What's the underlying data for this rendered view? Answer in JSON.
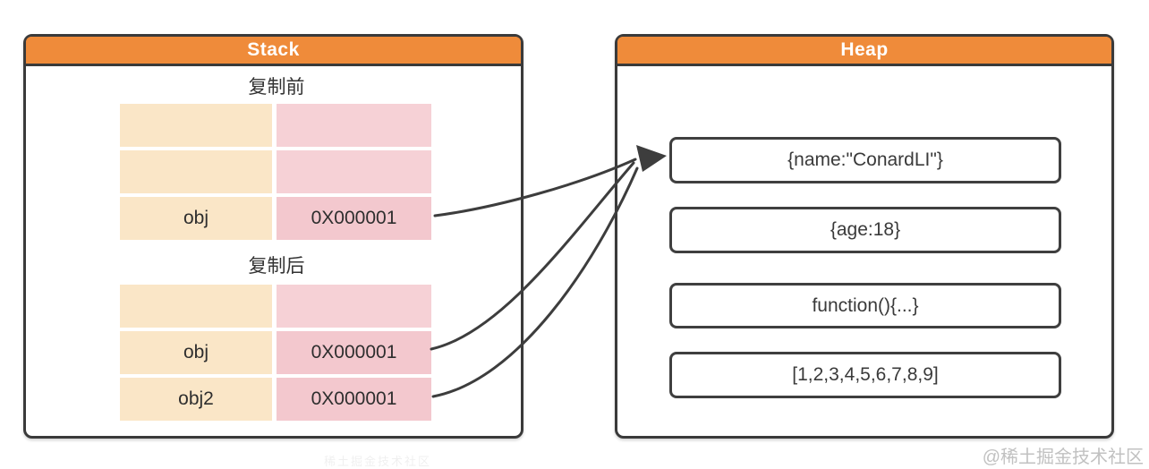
{
  "diagram": {
    "stack": {
      "title": "Stack",
      "sections": [
        {
          "label": "复制前",
          "rows": [
            {
              "name": "",
              "address": ""
            },
            {
              "name": "",
              "address": ""
            },
            {
              "name": "obj",
              "address": "0X000001"
            }
          ]
        },
        {
          "label": "复制后",
          "rows": [
            {
              "name": "",
              "address": ""
            },
            {
              "name": "obj",
              "address": "0X000001"
            },
            {
              "name": "obj2",
              "address": "0X000001"
            }
          ]
        }
      ]
    },
    "heap": {
      "title": "Heap",
      "objects": [
        "{name:\"ConardLI\"}",
        "{age:18}",
        "function(){...}",
        "[1,2,3,4,5,6,7,8,9]"
      ]
    },
    "arrows": {
      "meaning": "obj (before), obj (after) and obj2 all reference heap address 0X000001",
      "count": 3
    },
    "watermark": "@稀土掘金技术社区",
    "faint_watermark": "稀土掘金技术社区",
    "colors": {
      "header_orange": "#EF8B3A",
      "border_dark": "#3A3A3A",
      "cell_cream": "#FAE6C7",
      "cell_pink": "#F6D1D6",
      "cell_pink_filled": "#F3C8CE",
      "arrow_dark": "#3D3D3D",
      "watermark_gray": "#C1C1C1"
    }
  }
}
